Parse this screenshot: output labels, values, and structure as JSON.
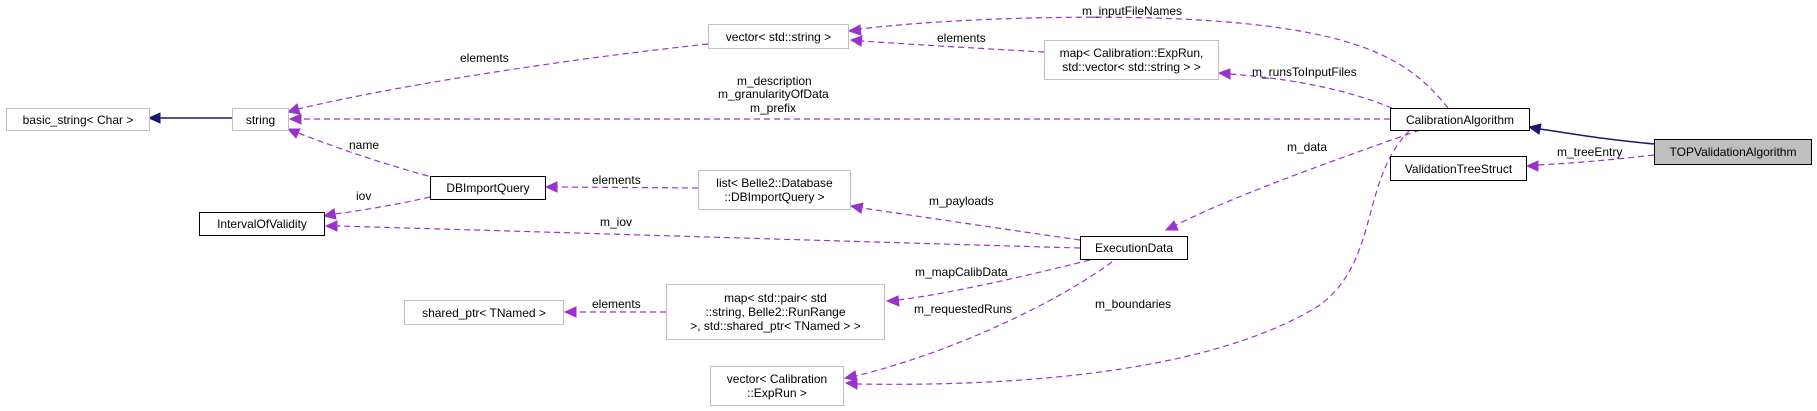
{
  "diagram": {
    "nodes": {
      "basic_string": "basic_string< Char >",
      "string": "string",
      "vector_string": "vector< std::string >",
      "map_exprun_line1": "map< Calibration::ExpRun,",
      "map_exprun_line2": "std::vector< std::string > >",
      "calibration_algorithm": "CalibrationAlgorithm",
      "top_validation": "TOPValidationAlgorithm",
      "validation_tree": "ValidationTreeStruct",
      "db_import_query": "DBImportQuery",
      "list_dbimport_line1": "list< Belle2::Database",
      "list_dbimport_line2": "::DBImportQuery >",
      "interval_of_validity": "IntervalOfValidity",
      "execution_data": "ExecutionData",
      "shared_ptr": "shared_ptr< TNamed >",
      "map_pair_line1": "map< std::pair< std",
      "map_pair_line2": "::string, Belle2::RunRange",
      "map_pair_line3": " >, std::shared_ptr< TNamed > >",
      "vector_exprun_line1": "vector< Calibration",
      "vector_exprun_line2": "::ExpRun >"
    },
    "edge_labels": {
      "m_inputFileNames": "m_inputFileNames",
      "elements_vector_string": "elements",
      "elements_map_to_vector": "elements",
      "m_runsToInputFiles": "m_runsToInputFiles",
      "m_description": "m_description",
      "m_granularityOfData": "m_granularityOfData",
      "m_prefix": "m_prefix",
      "name": "name",
      "m_data": "m_data",
      "m_treeEntry": "m_treeEntry",
      "iov": "iov",
      "elements_list": "elements",
      "m_payloads": "m_payloads",
      "m_iov": "m_iov",
      "m_mapCalibData": "m_mapCalibData",
      "elements_shared_ptr": "elements",
      "m_requestedRuns": "m_requestedRuns",
      "m_boundaries": "m_boundaries"
    },
    "colors": {
      "usage_edge": "#9a32cd",
      "inheritance_edge": "#191970",
      "focus_fill": "#bfbfbf",
      "undocumented_border": "#bfbfbf",
      "documented_border": "#000000"
    }
  }
}
